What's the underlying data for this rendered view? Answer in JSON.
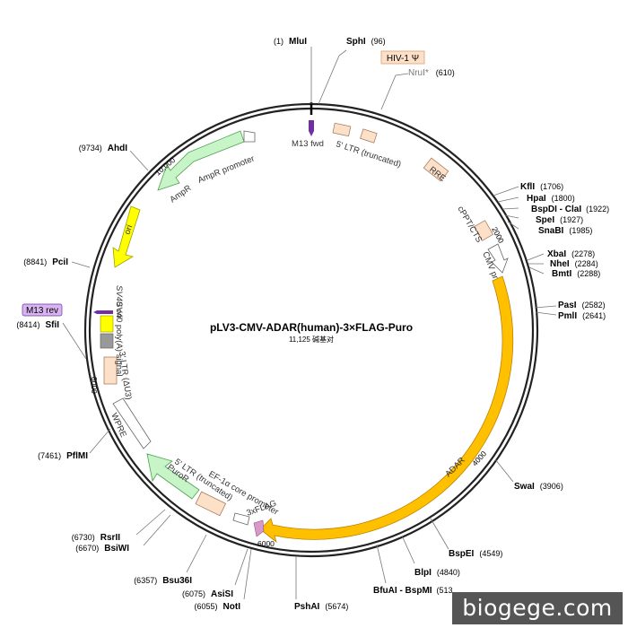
{
  "title": "pLV3-CMV-ADAR(human)-3×FLAG-Puro",
  "subtitle": "11,125 碱基对",
  "watermark": "biogege.com",
  "colors": {
    "backbone": "#222222",
    "ampr": "#c8f5c8",
    "ori": "#ffff00",
    "adar": "#ffc000",
    "puror": "#c8f5c8",
    "ltr": "#fde0c8",
    "flag": "#d79ac8",
    "primer": "#7030a0",
    "sv40": "#ffff00",
    "grey_box": "#999999",
    "hiv": "#fde0c8"
  },
  "sites": [
    {
      "name": "MluI",
      "pos": "(1)"
    },
    {
      "name": "SphI",
      "pos": "(96)"
    },
    {
      "name": "NruI*",
      "pos": "(610)"
    },
    {
      "name": "KflI",
      "pos": "(1706)"
    },
    {
      "name": "HpaI",
      "pos": "(1800)"
    },
    {
      "name": "BspDI - ClaI",
      "pos": "(1922)"
    },
    {
      "name": "SpeI",
      "pos": "(1927)"
    },
    {
      "name": "SnaBI",
      "pos": "(1985)"
    },
    {
      "name": "XbaI",
      "pos": "(2278)"
    },
    {
      "name": "NheI",
      "pos": "(2284)"
    },
    {
      "name": "BmtI",
      "pos": "(2288)"
    },
    {
      "name": "PasI",
      "pos": "(2582)"
    },
    {
      "name": "PmlI",
      "pos": "(2641)"
    },
    {
      "name": "SwaI",
      "pos": "(3906)"
    },
    {
      "name": "BspEI",
      "pos": "(4549)"
    },
    {
      "name": "BlpI",
      "pos": "(4840)"
    },
    {
      "name": "BfuAI - BspMI",
      "pos": "(513"
    },
    {
      "name": "PshAI",
      "pos": "(5674)"
    },
    {
      "name": "NotI",
      "pos": "(6055)"
    },
    {
      "name": "AsiSI",
      "pos": "(6075)"
    },
    {
      "name": "Bsu36I",
      "pos": "(6357)"
    },
    {
      "name": "BsiWI",
      "pos": "(6670)"
    },
    {
      "name": "RsrII",
      "pos": "(6730)"
    },
    {
      "name": "PflMI",
      "pos": "(7461)"
    },
    {
      "name": "SfiI",
      "pos": "(8414)"
    },
    {
      "name": "PciI",
      "pos": "(8841)"
    },
    {
      "name": "AhdI",
      "pos": "(9734)"
    }
  ],
  "features": {
    "m13fwd": "M13 fwd",
    "ltr5_trunc": "5' LTR (truncated)",
    "hiv": "HIV-1 Ψ",
    "rre": "RRE",
    "cppt": "cPPT/CTS",
    "cmv": "CMV promoter",
    "adar": "ADAR",
    "flag": "3xFLAG",
    "ef1a": "EF-1α core promoter",
    "ltr5b": "5' LTR (truncated)",
    "puror": "PuroR",
    "wpre": "WPRE",
    "ltr3": "3' LTR (ΔU3)",
    "sv40": "SV40 poly(A) signal",
    "sv40ori": "SV40 ori",
    "m13rev": "M13 rev",
    "ori": "ori",
    "ampr": "AmpR",
    "amprprom": "AmpR promoter"
  },
  "ticks": [
    "2000",
    "4000",
    "6000",
    "8000",
    "10,000"
  ]
}
